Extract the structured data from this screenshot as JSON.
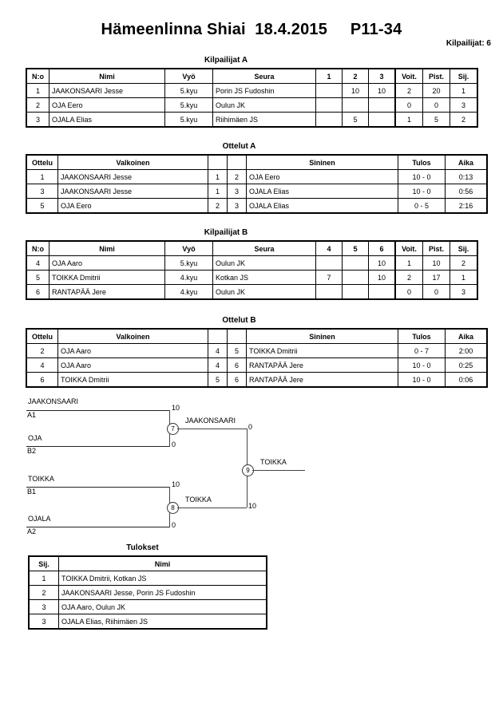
{
  "header": {
    "title": "Hämeenlinna Shiai  18.4.2015     P11-34",
    "competitors_label": "Kilpailijat: 6"
  },
  "pool_a": {
    "caption": "Kilpailijat A",
    "columns": [
      "N:o",
      "Nimi",
      "Vyö",
      "Seura",
      "1",
      "2",
      "3",
      "Voit.",
      "Pist.",
      "Sij."
    ],
    "rows": [
      {
        "no": "1",
        "name": "JAAKONSAARI Jesse",
        "belt": "5.kyu",
        "club": "Porin JS Fudoshin",
        "r1": "",
        "r2": "10",
        "r3": "10",
        "wins": "2",
        "points": "20",
        "rank": "1"
      },
      {
        "no": "2",
        "name": "OJA Eero",
        "belt": "5.kyu",
        "club": "Oulun JK",
        "r1": "",
        "r2": "",
        "r3": "",
        "wins": "0",
        "points": "0",
        "rank": "3"
      },
      {
        "no": "3",
        "name": "OJALA Elias",
        "belt": "5.kyu",
        "club": "Riihimäen JS",
        "r1": "",
        "r2": "5",
        "r3": "",
        "wins": "1",
        "points": "5",
        "rank": "2"
      }
    ]
  },
  "matches_a": {
    "caption": "Ottelut A",
    "columns": [
      "Ottelu",
      "Valkoinen",
      "",
      "",
      "Sininen",
      "Tulos",
      "Aika"
    ],
    "rows": [
      {
        "no": "1",
        "white": "JAAKONSAARI Jesse",
        "white_no": "1",
        "blue_no": "2",
        "blue": "OJA Eero",
        "result": "10 - 0",
        "time": "0:13"
      },
      {
        "no": "3",
        "white": "JAAKONSAARI Jesse",
        "white_no": "1",
        "blue_no": "3",
        "blue": "OJALA Elias",
        "result": "10 - 0",
        "time": "0:56"
      },
      {
        "no": "5",
        "white": "OJA Eero",
        "white_no": "2",
        "blue_no": "3",
        "blue": "OJALA Elias",
        "result": "0 - 5",
        "time": "2:16"
      }
    ]
  },
  "pool_b": {
    "caption": "Kilpailijat B",
    "columns": [
      "N:o",
      "Nimi",
      "Vyö",
      "Seura",
      "4",
      "5",
      "6",
      "Voit.",
      "Pist.",
      "Sij."
    ],
    "rows": [
      {
        "no": "4",
        "name": "OJA Aaro",
        "belt": "5.kyu",
        "club": "Oulun JK",
        "r1": "",
        "r2": "",
        "r3": "10",
        "wins": "1",
        "points": "10",
        "rank": "2"
      },
      {
        "no": "5",
        "name": "TOIKKA Dmitrii",
        "belt": "4.kyu",
        "club": "Kotkan JS",
        "r1": "7",
        "r2": "",
        "r3": "10",
        "wins": "2",
        "points": "17",
        "rank": "1"
      },
      {
        "no": "6",
        "name": "RANTAPÄÄ Jere",
        "belt": "4.kyu",
        "club": "Oulun JK",
        "r1": "",
        "r2": "",
        "r3": "",
        "wins": "0",
        "points": "0",
        "rank": "3"
      }
    ]
  },
  "matches_b": {
    "caption": "Ottelut B",
    "columns": [
      "Ottelu",
      "Valkoinen",
      "",
      "",
      "Sininen",
      "Tulos",
      "Aika"
    ],
    "rows": [
      {
        "no": "2",
        "white": "OJA Aaro",
        "white_no": "4",
        "blue_no": "5",
        "blue": "TOIKKA Dmitrii",
        "result": "0 - 7",
        "time": "2:00"
      },
      {
        "no": "4",
        "white": "OJA Aaro",
        "white_no": "4",
        "blue_no": "6",
        "blue": "RANTAPÄÄ Jere",
        "result": "10 - 0",
        "time": "0:25"
      },
      {
        "no": "6",
        "white": "TOIKKA Dmitrii",
        "white_no": "5",
        "blue_no": "6",
        "blue": "RANTAPÄÄ Jere",
        "result": "10 - 0",
        "time": "0:06"
      }
    ]
  },
  "bracket": {
    "semifinal_1": {
      "node": "7",
      "top_name": "JAAKONSAARI",
      "top_seed": "A1",
      "top_score": "10",
      "bottom_name": "OJA",
      "bottom_seed": "B2",
      "bottom_score": "0",
      "winner": "JAAKONSAARI",
      "winner_score": "0"
    },
    "semifinal_2": {
      "node": "8",
      "top_name": "TOIKKA",
      "top_seed": "B1",
      "top_score": "10",
      "bottom_name": "OJALA",
      "bottom_seed": "A2",
      "bottom_score": "0",
      "winner": "TOIKKA",
      "winner_score": "10"
    },
    "final": {
      "node": "9",
      "winner": "TOIKKA"
    }
  },
  "results": {
    "caption": "Tulokset",
    "columns": [
      "Sij.",
      "Nimi"
    ],
    "rows": [
      {
        "rank": "1",
        "name": "TOIKKA Dmitrii, Kotkan JS"
      },
      {
        "rank": "2",
        "name": "JAAKONSAARI Jesse, Porin JS Fudoshin"
      },
      {
        "rank": "3",
        "name": "OJA Aaro, Oulun JK"
      },
      {
        "rank": "3",
        "name": "OJALA Elias, Riihimäen JS"
      }
    ]
  }
}
